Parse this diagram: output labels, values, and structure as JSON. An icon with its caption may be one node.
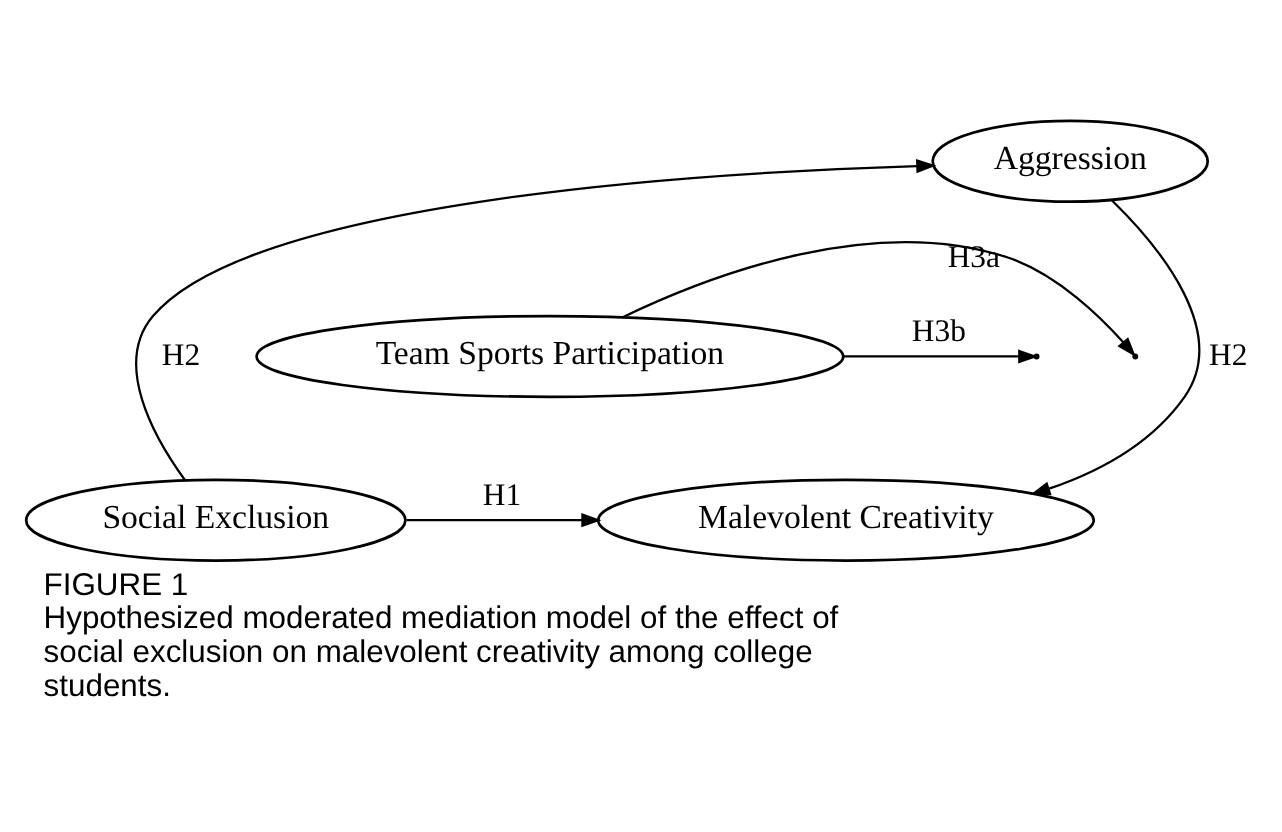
{
  "diagram": {
    "title": "FIGURE 1",
    "caption": "Hypothesized moderated mediation model of the effect of social exclusion on malevolent creativity among college students.",
    "nodes": [
      {
        "text": [
          "Aggression"
        ]
      },
      {
        "text": [
          "Team Sports Participation"
        ]
      },
      {
        "text": [
          "Social Exclusion"
        ]
      },
      {
        "text": [
          "Malevolent Creativity"
        ]
      }
    ],
    "edges": [
      {
        "from": 2,
        "to": 0,
        "arrow": "to",
        "label": "H2"
      },
      {
        "from": 0,
        "to": 3,
        "arrow": "to",
        "label": "H2"
      },
      {
        "from": 1,
        "to": null,
        "arrow": "to",
        "label": "H3a"
      },
      {
        "from": 1,
        "to": null,
        "arrow": "to",
        "label": "H3b"
      },
      {
        "from": 2,
        "to": 3,
        "arrow": "to",
        "label": "H1"
      }
    ]
  }
}
